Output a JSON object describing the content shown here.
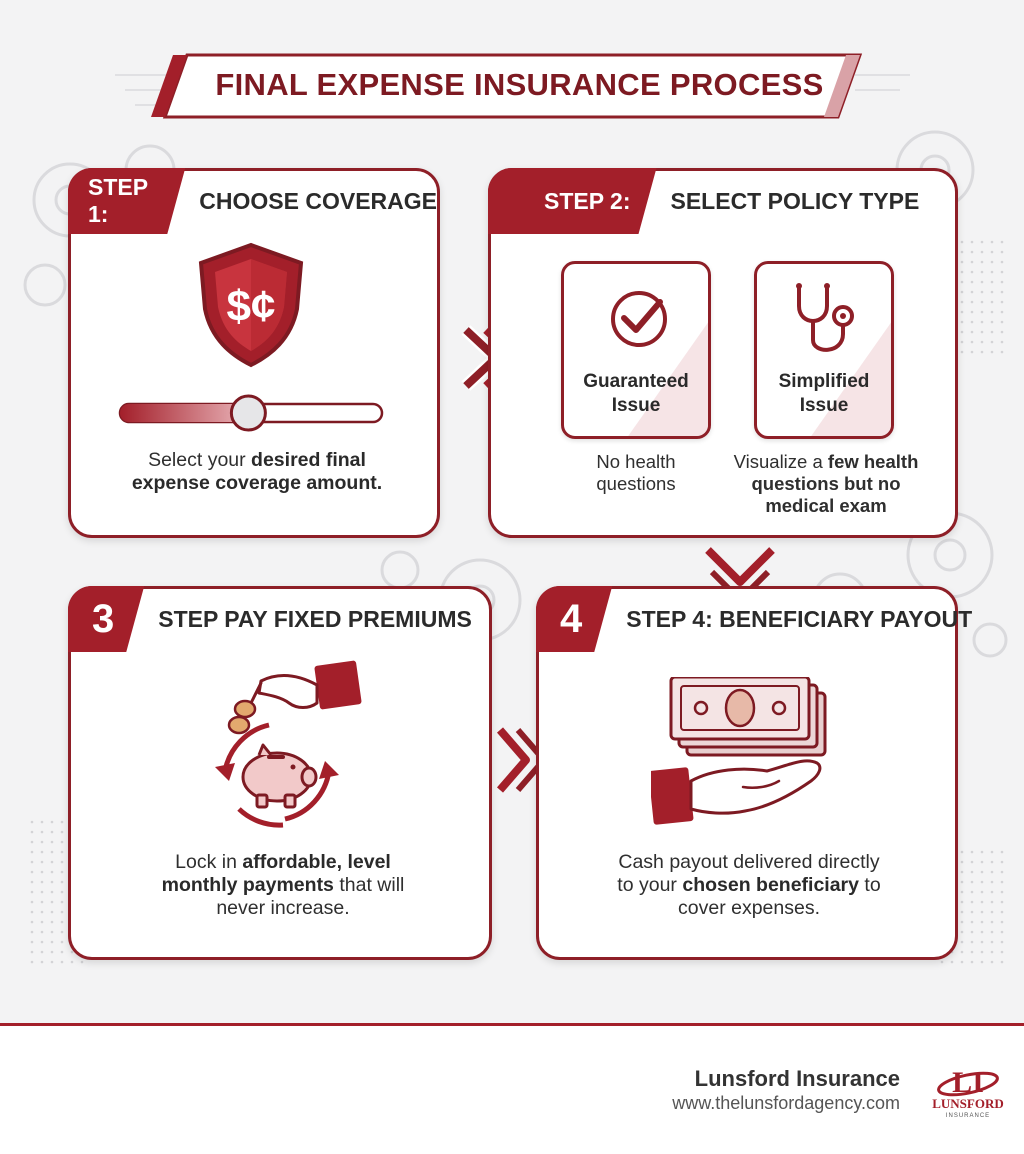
{
  "title": "FINAL EXPENSE INSURANCE PROCESS",
  "colors": {
    "primary": "#a31f2a",
    "dark": "#7d1a22",
    "border": "#8e1f27",
    "light": "#f2d9db",
    "background": "#f3f3f4"
  },
  "steps": [
    {
      "tab": "STEP 1:",
      "title": "CHOOSE COVERAGE",
      "icon": "shield-dollar-icon",
      "shield_text": "$¢",
      "slider_level": 0.49,
      "desc": {
        "plain1": "Select your ",
        "bold1": "desired final",
        "bold2": "expense coverage amount."
      }
    },
    {
      "tab": "STEP 2:",
      "title": "SELECT POLICY TYPE",
      "options": [
        {
          "icon": "checkmark-icon",
          "label_line1": "Guaranteed",
          "label_line2": "Issue",
          "desc_line1": "No health",
          "desc_line2": "questions"
        },
        {
          "icon": "stethoscope-icon",
          "label_line1": "Simplified",
          "label_line2": "Issue",
          "desc_plain1": "Visualize a ",
          "desc_bold1": "few health",
          "desc_bold2": "questions but no",
          "desc_bold3": "medical exam"
        }
      ]
    },
    {
      "tab": "3",
      "title": "STEP PAY FIXED PREMIUMS",
      "icon": "piggy-bank-icon",
      "desc": {
        "plain1": "Lock in ",
        "bold1": "affordable, level",
        "bold2": "monthly payments",
        "plain2": " that will",
        "plain3": "never increase."
      }
    },
    {
      "tab": "4",
      "title": "STEP 4: BENEFICIARY PAYOUT",
      "icon": "cash-hand-icon",
      "desc": {
        "plain1": "Cash payout delivered directly",
        "plain2": "to your ",
        "bold1": "chosen beneficiary",
        "plain3": " to",
        "plain4": "cover expenses."
      }
    }
  ],
  "footer": {
    "brand": "Lunsford Insurance",
    "url": "www.thelunsfordagency.com",
    "logo_text": "LUNSFORD",
    "logo_sub": "INSURANCE"
  }
}
